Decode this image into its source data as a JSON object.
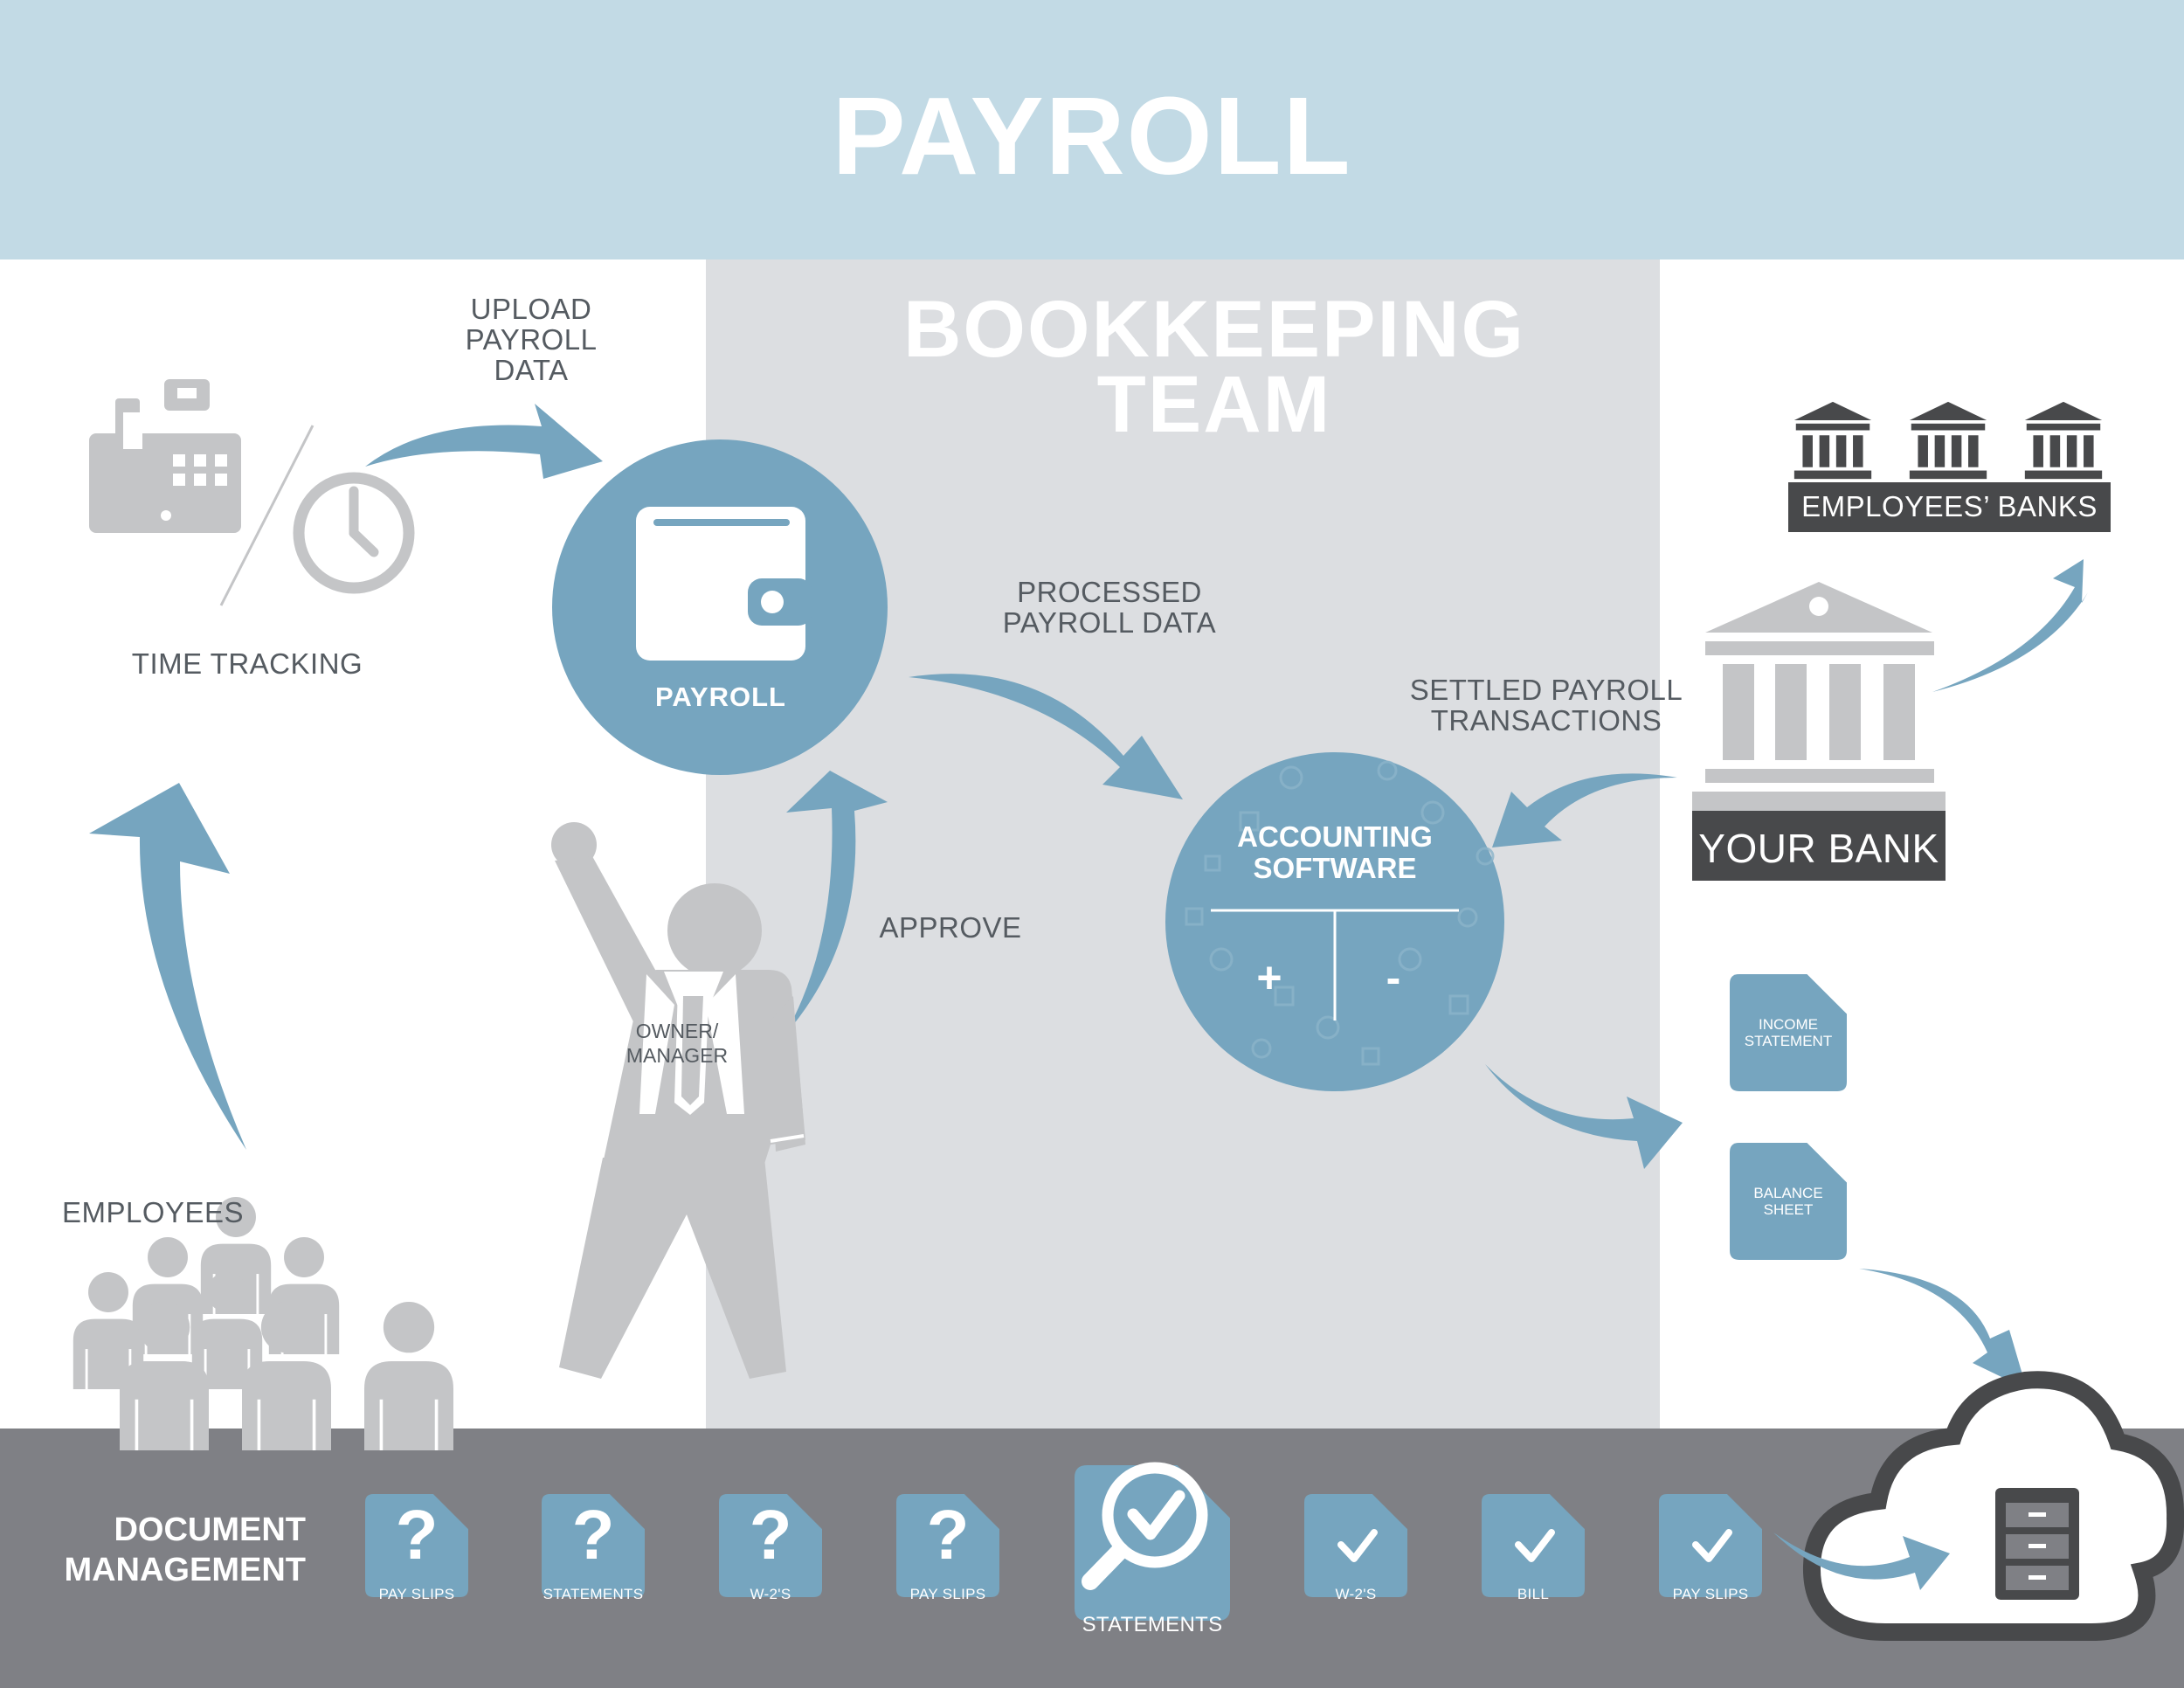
{
  "header": {
    "title": "PAYROLL"
  },
  "team": {
    "title": "BOOKKEEPING\nTEAM"
  },
  "time_tracking": {
    "label": "TIME TRACKING"
  },
  "upload": {
    "label": "UPLOAD\nPAYROLL\nDATA"
  },
  "payroll": {
    "label": "PAYROLL"
  },
  "processed": {
    "label": "PROCESSED\nPAYROLL DATA"
  },
  "approve": {
    "label": "APPROVE"
  },
  "owner": {
    "label": "OWNER/\nMANAGER"
  },
  "employees": {
    "label": "EMPLOYEES"
  },
  "accounting": {
    "label": "ACCOUNTING\nSOFTWARE",
    "plus": "+",
    "minus": "-"
  },
  "settled": {
    "label": "SETTLED PAYROLL\nTRANSACTIONS"
  },
  "employees_banks": {
    "label": "EMPLOYEES’ BANKS"
  },
  "your_bank": {
    "label": "YOUR BANK"
  },
  "reports": [
    {
      "label": "INCOME\nSTATEMENT"
    },
    {
      "label": "BALANCE\nSHEET"
    }
  ],
  "document_management": {
    "label": "DOCUMENT\nMANAGEMENT",
    "pending_mark": "?",
    "pending": [
      {
        "label": "PAY SLIPS"
      },
      {
        "label": "STATEMENTS"
      },
      {
        "label": "W-2'S"
      },
      {
        "label": "PAY SLIPS"
      }
    ],
    "review": {
      "label": "STATEMENTS"
    },
    "done": [
      {
        "label": "W-2'S"
      },
      {
        "label": "BILL"
      },
      {
        "label": "PAY SLIPS"
      }
    ]
  },
  "colors": {
    "header_bg": "#c2dae5",
    "accent_blue": "#76a5bf",
    "panel_grey": "#dcdee1",
    "icon_grey": "#c4c5c7",
    "footer_bg": "#7f8085",
    "dark": "#48494b"
  }
}
